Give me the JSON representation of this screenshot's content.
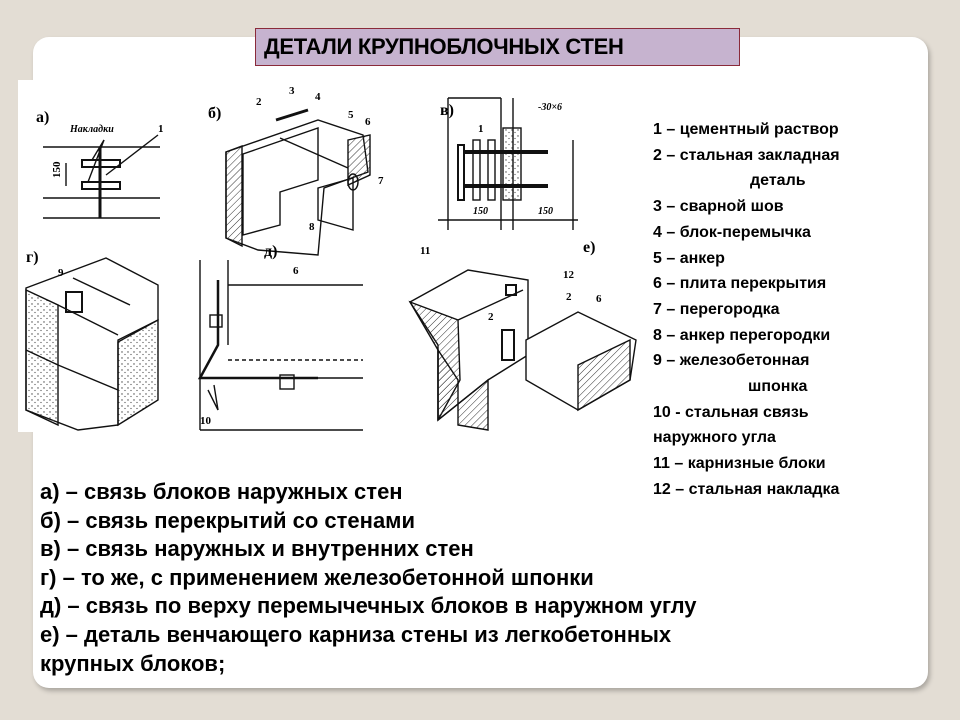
{
  "title": "ДЕТАЛИ КРУПНОБЛОЧНЫХ СТЕН",
  "drawing": {
    "labels": {
      "a": "а)",
      "b": "б)",
      "v": "в)",
      "g": "г)",
      "d": "д)",
      "e": "е)"
    },
    "a_text": "Накладки",
    "dim150": "150",
    "steel": "-30×6",
    "n1": "1",
    "n2": "2",
    "n3": "3",
    "n4": "4",
    "n5": "5",
    "n6": "6",
    "n7": "7",
    "n8": "8",
    "n9": "9",
    "n10": "10",
    "n11": "11",
    "n12": "12"
  },
  "legend": [
    "1 – цементный раствор",
    "2 – стальная закладная",
    "деталь",
    "3 – сварной шов",
    "4 – блок-перемычка",
    "5 – анкер",
    "6 – плита перекрытия",
    "7 – перегородка",
    "8 – анкер перегородки",
    "9 – железобетонная",
    "шпонка",
    "10 - стальная связь",
    "наружного угла",
    "11 – карнизные блоки",
    "12 – стальная накладка"
  ],
  "captions": [
    "а) – связь блоков наружных стен",
    "б) – связь перекрытий со стенами",
    "в) – связь наружных и внутренних стен",
    "г) – то же, с применением железобетонной шпонки",
    "д) – связь по верху перемычечных блоков в наружном углу",
    "е) – деталь венчающего карниза стены из легкобетонных",
    "крупных блоков;"
  ]
}
